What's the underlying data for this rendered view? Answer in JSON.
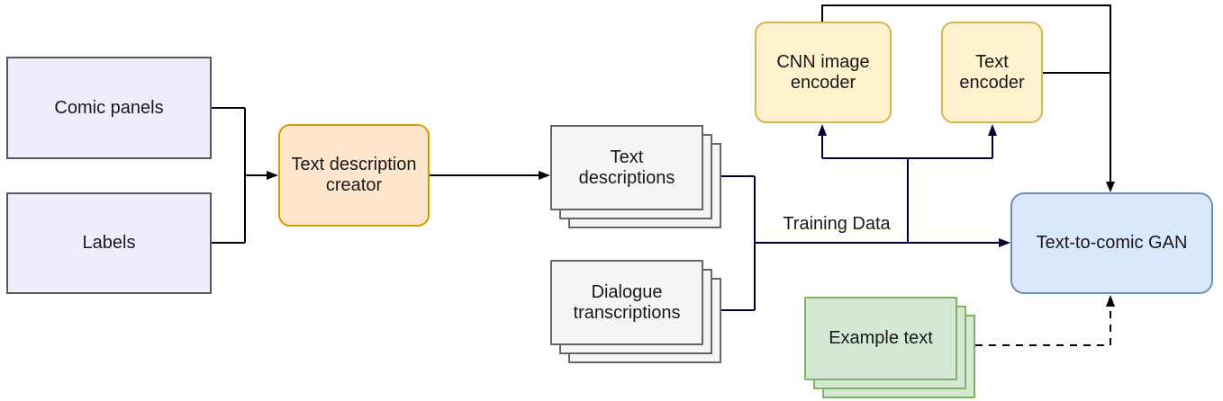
{
  "diagram": {
    "type": "flowchart",
    "nodes": {
      "comic_panels": {
        "label": "Comic panels",
        "shape": "rectangle",
        "fill": "#EDEDFB",
        "stroke": "#595959"
      },
      "labels": {
        "label": "Labels",
        "shape": "rectangle",
        "fill": "#EDEDFB",
        "stroke": "#595959"
      },
      "text_description_creator": {
        "label": "Text description\ncreator",
        "shape": "rounded",
        "fill": "#FFE6CC",
        "stroke": "#D79B00"
      },
      "text_descriptions": {
        "label": "Text\ndescriptions",
        "shape": "document-stack",
        "fill": "#F5F5F5",
        "stroke": "#666666"
      },
      "dialogue_transcriptions": {
        "label": "Dialogue\ntranscriptions",
        "shape": "document-stack",
        "fill": "#F5F5F5",
        "stroke": "#666666"
      },
      "cnn_image_encoder": {
        "label": "CNN image\nencoder",
        "shape": "rounded",
        "fill": "#FFF2CC",
        "stroke": "#D6B656"
      },
      "text_encoder": {
        "label": "Text\nencoder",
        "shape": "rounded",
        "fill": "#FFF2CC",
        "stroke": "#D6B656"
      },
      "text_to_comic_gan": {
        "label": "Text-to-comic GAN",
        "shape": "rounded",
        "fill": "#DAE8FC",
        "stroke": "#6C8EBF"
      },
      "example_text": {
        "label": "Example text",
        "shape": "document-stack",
        "fill": "#D5E8D4",
        "stroke": "#82B366"
      }
    },
    "edge_labels": {
      "training_data": "Training Data"
    },
    "edges": [
      {
        "from": "comic_panels",
        "to": "text_description_creator",
        "style": "solid",
        "color": "#000000"
      },
      {
        "from": "labels",
        "to": "text_description_creator",
        "style": "solid",
        "color": "#000000"
      },
      {
        "from": "text_description_creator",
        "to": "text_descriptions",
        "style": "solid",
        "color": "#000000"
      },
      {
        "from": "text_descriptions",
        "to": "text_to_comic_gan",
        "style": "solid",
        "color": "#000033",
        "label": "Training Data"
      },
      {
        "from": "dialogue_transcriptions",
        "to": "text_to_comic_gan",
        "style": "solid",
        "color": "#000033",
        "label": "Training Data"
      },
      {
        "from": "training_data_junction",
        "to": "cnn_image_encoder",
        "style": "solid",
        "color": "#000033"
      },
      {
        "from": "training_data_junction",
        "to": "text_encoder",
        "style": "solid",
        "color": "#000033"
      },
      {
        "from": "cnn_image_encoder",
        "to": "text_to_comic_gan",
        "style": "solid",
        "color": "#000000"
      },
      {
        "from": "text_encoder",
        "to": "text_to_comic_gan",
        "style": "solid",
        "color": "#000000"
      },
      {
        "from": "example_text",
        "to": "text_to_comic_gan",
        "style": "dashed",
        "color": "#000000"
      }
    ],
    "colors": {
      "connector_black": "#000000",
      "connector_navy": "#000033",
      "background": "#ffffff",
      "text": "#18181c"
    }
  }
}
